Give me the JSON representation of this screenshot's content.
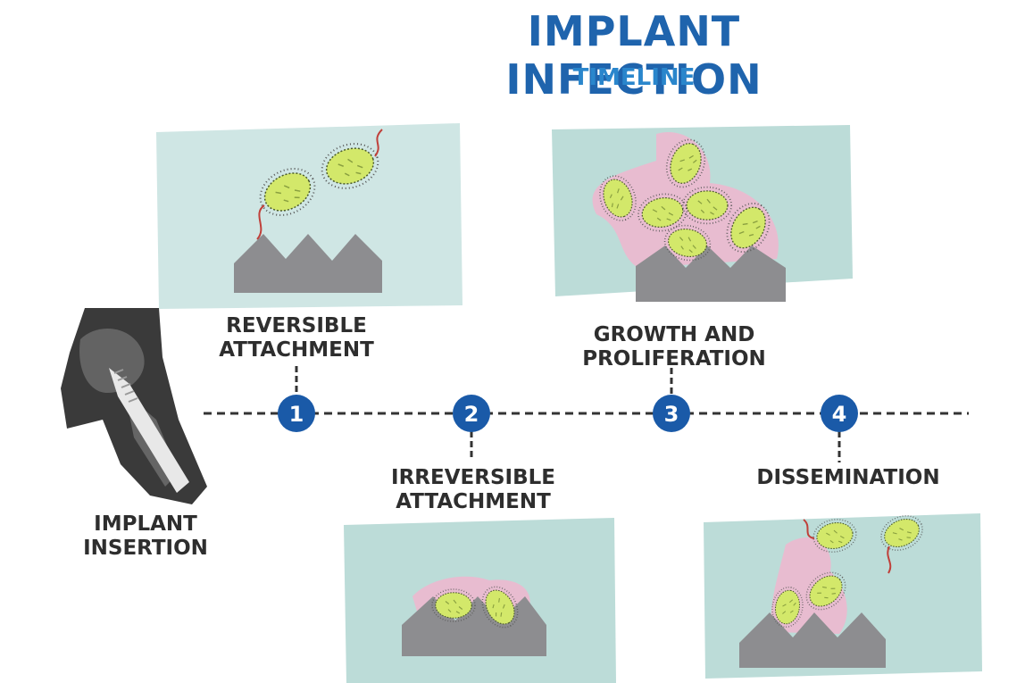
{
  "header": {
    "title": "IMPLANT INFECTION",
    "subtitle": "TIMELINE"
  },
  "start": {
    "label_line1": "IMPLANT",
    "label_line2": "INSERTION"
  },
  "steps": [
    {
      "number": "1",
      "label_line1": "REVERSIBLE",
      "label_line2": "ATTACHMENT"
    },
    {
      "number": "2",
      "label_line1": "IRREVERSIBLE",
      "label_line2": "ATTACHMENT"
    },
    {
      "number": "3",
      "label_line1": "GROWTH AND",
      "label_line2": "PROLIFERATION"
    },
    {
      "number": "4",
      "label_line1": "DISSEMINATION",
      "label_line2": ""
    }
  ],
  "colors": {
    "title": "#1f64ad",
    "subtitle": "#2a86cc",
    "step_circle": "#1a5aa8",
    "panel": "#bcdcd8",
    "implant": "#8d8d90",
    "biofilm": "#e8bcd0",
    "bacteria": "#d3e86a",
    "flagellum": "#c0403a"
  }
}
